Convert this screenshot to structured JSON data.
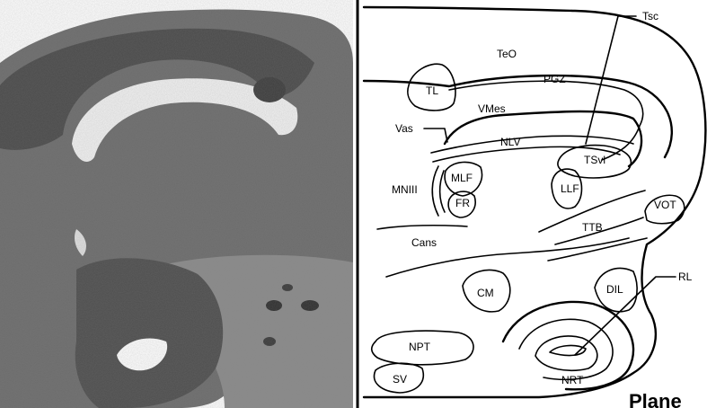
{
  "regions": {
    "teo": "TeO",
    "tsc": "Tsc",
    "tl": "TL",
    "pgz": "PGZ",
    "vmes": "VMes",
    "vas": "Vas",
    "nlv": "NLV",
    "tsvl": "TSvl",
    "mlf": "MLF",
    "mniii": "MNIII",
    "fr": "FR",
    "llf": "LLF",
    "vot": "VOT",
    "ttb": "TTB",
    "cans": "Cans",
    "cm": "CM",
    "dil": "DIL",
    "rl": "RL",
    "npt": "NPT",
    "nrt": "NRT",
    "sv": "SV"
  },
  "caption": "Plane"
}
